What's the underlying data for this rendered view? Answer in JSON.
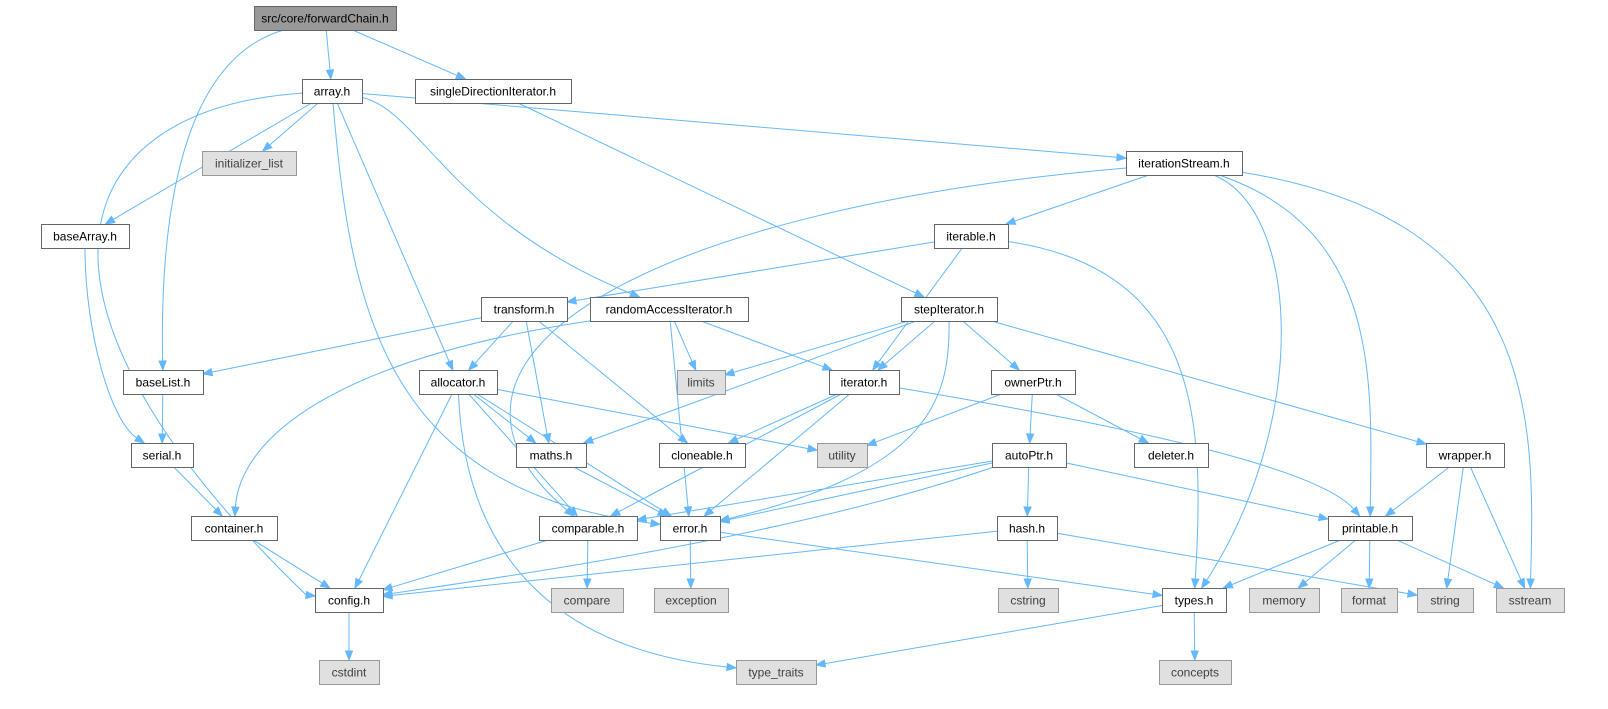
{
  "colors": {
    "edge": "#63b8ff",
    "root_fill": "#999999",
    "root_border": "#666666",
    "local_fill": "#ffffff",
    "local_border": "#666666",
    "system_fill": "#e0e0e0",
    "system_border": "#999999",
    "text_local": "#000000",
    "text_system": "#404040"
  },
  "nodes": [
    {
      "id": "forwardChain",
      "label": "src/core/forwardChain.h",
      "kind": "root"
    },
    {
      "id": "array",
      "label": "array.h",
      "kind": "local"
    },
    {
      "id": "singleDirectionIterator",
      "label": "singleDirectionIterator.h",
      "kind": "local"
    },
    {
      "id": "initializer_list",
      "label": "initializer_list",
      "kind": "system"
    },
    {
      "id": "iterationStream",
      "label": "iterationStream.h",
      "kind": "local"
    },
    {
      "id": "baseArray",
      "label": "baseArray.h",
      "kind": "local"
    },
    {
      "id": "iterable",
      "label": "iterable.h",
      "kind": "local"
    },
    {
      "id": "transform",
      "label": "transform.h",
      "kind": "local"
    },
    {
      "id": "randomAccessIterator",
      "label": "randomAccessIterator.h",
      "kind": "local"
    },
    {
      "id": "stepIterator",
      "label": "stepIterator.h",
      "kind": "local"
    },
    {
      "id": "baseList",
      "label": "baseList.h",
      "kind": "local"
    },
    {
      "id": "allocator",
      "label": "allocator.h",
      "kind": "local"
    },
    {
      "id": "limits",
      "label": "limits",
      "kind": "system"
    },
    {
      "id": "iterator",
      "label": "iterator.h",
      "kind": "local"
    },
    {
      "id": "ownerPtr",
      "label": "ownerPtr.h",
      "kind": "local"
    },
    {
      "id": "serial",
      "label": "serial.h",
      "kind": "local"
    },
    {
      "id": "maths",
      "label": "maths.h",
      "kind": "local"
    },
    {
      "id": "cloneable",
      "label": "cloneable.h",
      "kind": "local"
    },
    {
      "id": "utility",
      "label": "utility",
      "kind": "system"
    },
    {
      "id": "autoPtr",
      "label": "autoPtr.h",
      "kind": "local"
    },
    {
      "id": "deleter",
      "label": "deleter.h",
      "kind": "local"
    },
    {
      "id": "wrapper",
      "label": "wrapper.h",
      "kind": "local"
    },
    {
      "id": "container",
      "label": "container.h",
      "kind": "local"
    },
    {
      "id": "comparable",
      "label": "comparable.h",
      "kind": "local"
    },
    {
      "id": "error",
      "label": "error.h",
      "kind": "local"
    },
    {
      "id": "hash",
      "label": "hash.h",
      "kind": "local"
    },
    {
      "id": "printable",
      "label": "printable.h",
      "kind": "local"
    },
    {
      "id": "config",
      "label": "config.h",
      "kind": "local"
    },
    {
      "id": "compare",
      "label": "compare",
      "kind": "system"
    },
    {
      "id": "exception",
      "label": "exception",
      "kind": "system"
    },
    {
      "id": "cstring",
      "label": "cstring",
      "kind": "system"
    },
    {
      "id": "types",
      "label": "types.h",
      "kind": "local"
    },
    {
      "id": "memory",
      "label": "memory",
      "kind": "system"
    },
    {
      "id": "format",
      "label": "format",
      "kind": "system"
    },
    {
      "id": "string",
      "label": "string",
      "kind": "system"
    },
    {
      "id": "sstream",
      "label": "sstream",
      "kind": "system"
    },
    {
      "id": "cstdint",
      "label": "cstdint",
      "kind": "system"
    },
    {
      "id": "type_traits",
      "label": "type_traits",
      "kind": "system"
    },
    {
      "id": "concepts",
      "label": "concepts",
      "kind": "system"
    }
  ],
  "edges": [
    [
      "forwardChain",
      "array"
    ],
    [
      "forwardChain",
      "singleDirectionIterator"
    ],
    [
      "forwardChain",
      "baseList"
    ],
    [
      "array",
      "initializer_list"
    ],
    [
      "array",
      "iterationStream"
    ],
    [
      "array",
      "baseArray"
    ],
    [
      "array",
      "randomAccessIterator"
    ],
    [
      "array",
      "allocator"
    ],
    [
      "array",
      "error"
    ],
    [
      "array",
      "config"
    ],
    [
      "singleDirectionIterator",
      "stepIterator"
    ],
    [
      "iterationStream",
      "iterable"
    ],
    [
      "iterationStream",
      "types"
    ],
    [
      "iterationStream",
      "printable"
    ],
    [
      "iterationStream",
      "sstream"
    ],
    [
      "iterationStream",
      "comparable"
    ],
    [
      "baseArray",
      "serial"
    ],
    [
      "iterable",
      "transform"
    ],
    [
      "iterable",
      "iterator"
    ],
    [
      "iterable",
      "types"
    ],
    [
      "transform",
      "baseList"
    ],
    [
      "transform",
      "allocator"
    ],
    [
      "transform",
      "maths"
    ],
    [
      "transform",
      "cloneable"
    ],
    [
      "randomAccessIterator",
      "limits"
    ],
    [
      "randomAccessIterator",
      "iterator"
    ],
    [
      "randomAccessIterator",
      "error"
    ],
    [
      "randomAccessIterator",
      "container"
    ],
    [
      "stepIterator",
      "limits"
    ],
    [
      "stepIterator",
      "iterator"
    ],
    [
      "stepIterator",
      "ownerPtr"
    ],
    [
      "stepIterator",
      "wrapper"
    ],
    [
      "stepIterator",
      "maths"
    ],
    [
      "stepIterator",
      "error"
    ],
    [
      "baseList",
      "serial"
    ],
    [
      "allocator",
      "maths"
    ],
    [
      "allocator",
      "utility"
    ],
    [
      "allocator",
      "error"
    ],
    [
      "allocator",
      "config"
    ],
    [
      "allocator",
      "type_traits"
    ],
    [
      "allocator",
      "comparable"
    ],
    [
      "iterator",
      "cloneable"
    ],
    [
      "iterator",
      "comparable"
    ],
    [
      "iterator",
      "error"
    ],
    [
      "iterator",
      "printable"
    ],
    [
      "ownerPtr",
      "utility"
    ],
    [
      "ownerPtr",
      "autoPtr"
    ],
    [
      "ownerPtr",
      "deleter"
    ],
    [
      "serial",
      "container"
    ],
    [
      "maths",
      "error"
    ],
    [
      "autoPtr",
      "hash"
    ],
    [
      "autoPtr",
      "printable"
    ],
    [
      "autoPtr",
      "error"
    ],
    [
      "autoPtr",
      "comparable"
    ],
    [
      "autoPtr",
      "config"
    ],
    [
      "wrapper",
      "printable"
    ],
    [
      "wrapper",
      "string"
    ],
    [
      "wrapper",
      "sstream"
    ],
    [
      "container",
      "config"
    ],
    [
      "comparable",
      "config"
    ],
    [
      "comparable",
      "compare"
    ],
    [
      "error",
      "exception"
    ],
    [
      "error",
      "types"
    ],
    [
      "hash",
      "cstring"
    ],
    [
      "hash",
      "string"
    ],
    [
      "hash",
      "config"
    ],
    [
      "printable",
      "types"
    ],
    [
      "printable",
      "memory"
    ],
    [
      "printable",
      "format"
    ],
    [
      "printable",
      "sstream"
    ],
    [
      "config",
      "cstdint"
    ],
    [
      "types",
      "type_traits"
    ],
    [
      "types",
      "concepts"
    ]
  ]
}
